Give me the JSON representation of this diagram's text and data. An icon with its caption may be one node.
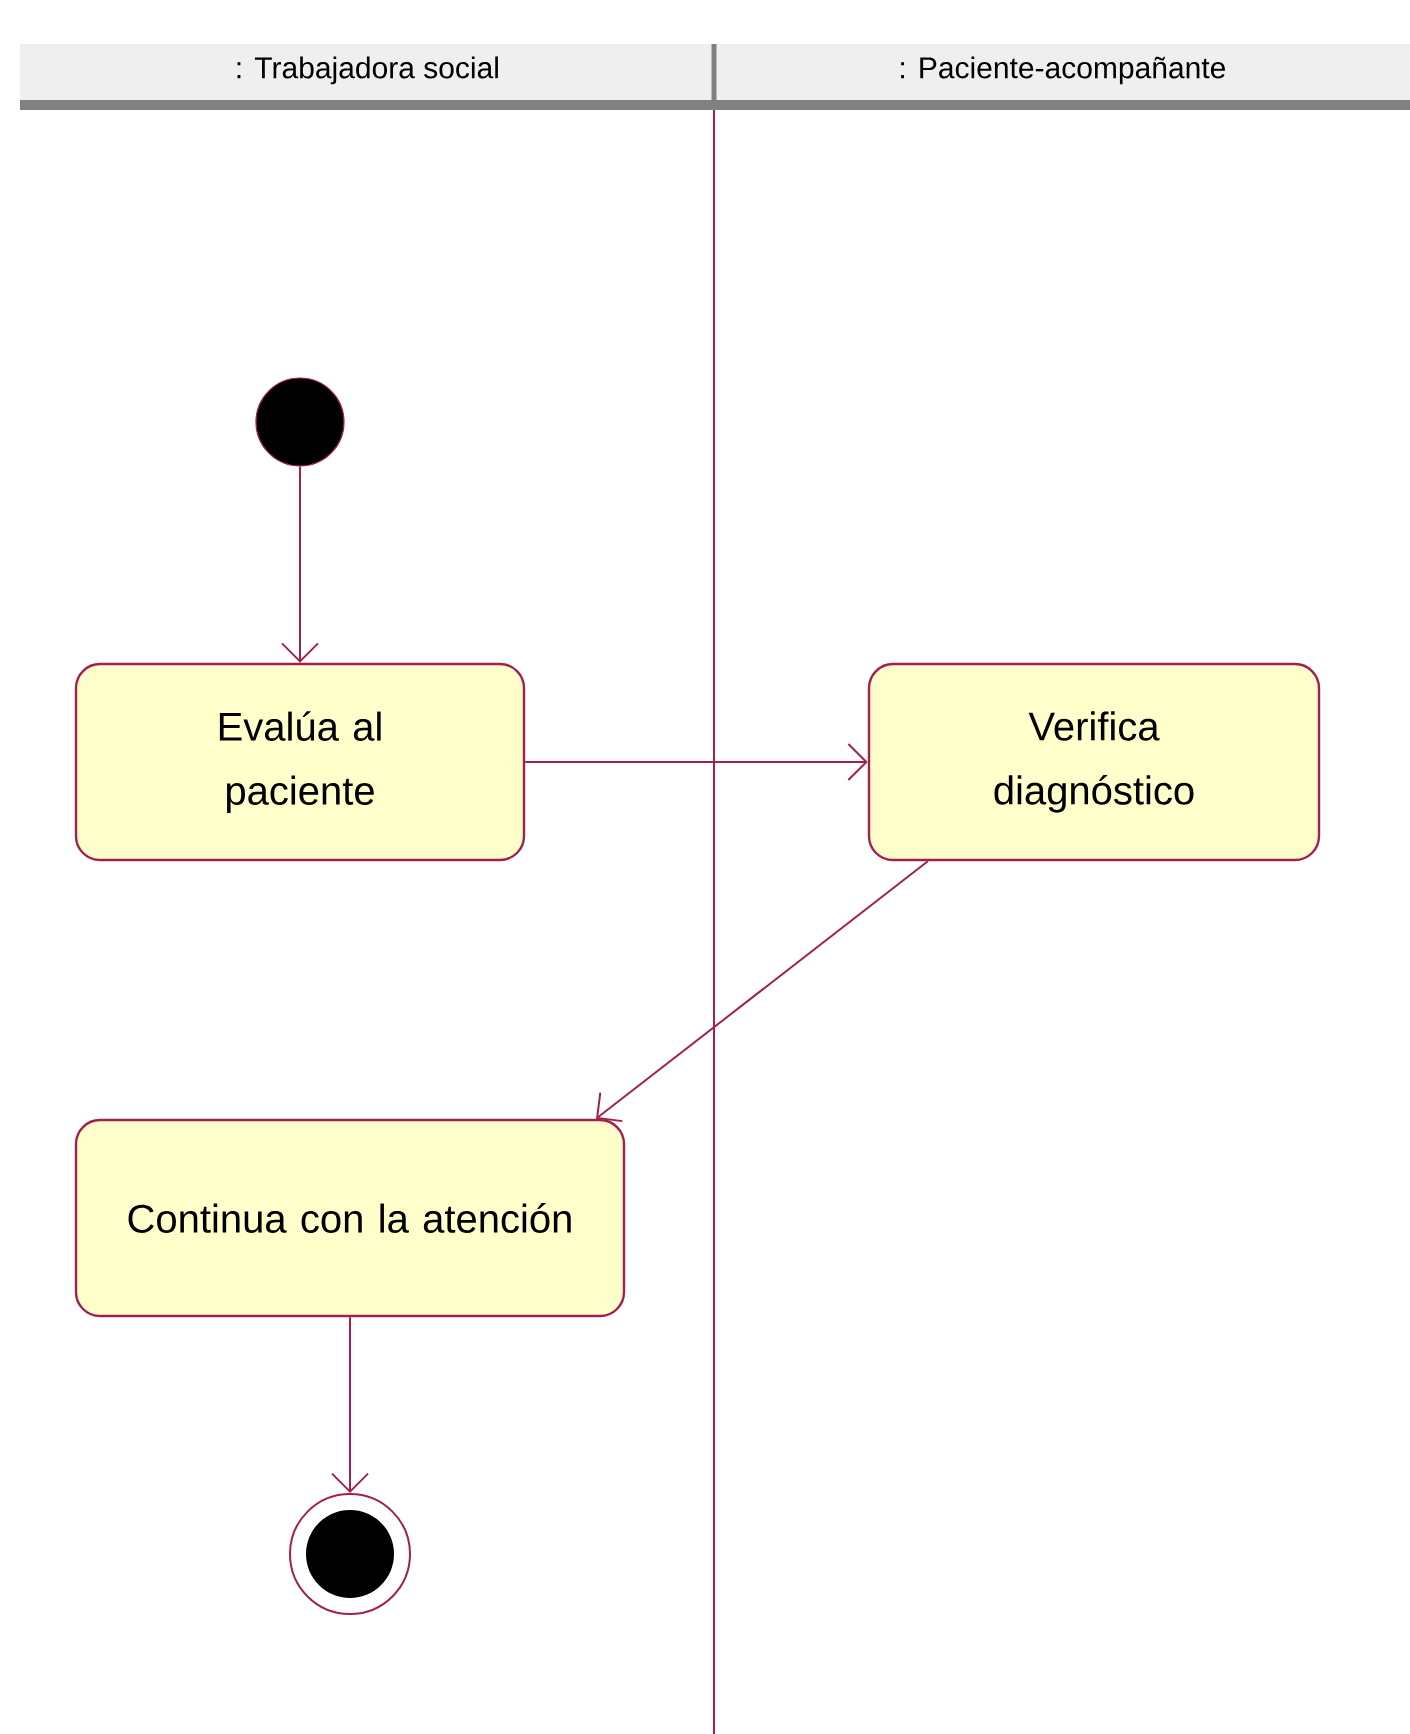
{
  "diagram": {
    "nodes": [
      {
        "text": [
          ": Trabajadora social"
        ]
      },
      {
        "text": [
          ": Paciente-acompañante"
        ]
      },
      {
        "text": [],
        "shape": "circle"
      },
      {
        "text": [
          "Evalúa al paciente"
        ]
      },
      {
        "text": [
          "Verifica diagnóstico"
        ]
      },
      {
        "text": [
          "Continua con la atención"
        ]
      },
      {
        "text": [],
        "shape": "circle"
      }
    ],
    "edges": [
      {
        "from": 2,
        "to": 3,
        "arrow": "to"
      },
      {
        "from": 3,
        "to": 4,
        "arrow": "to"
      },
      {
        "from": 4,
        "to": 5,
        "arrow": "to"
      },
      {
        "from": 5,
        "to": 6,
        "arrow": "to"
      }
    ]
  }
}
